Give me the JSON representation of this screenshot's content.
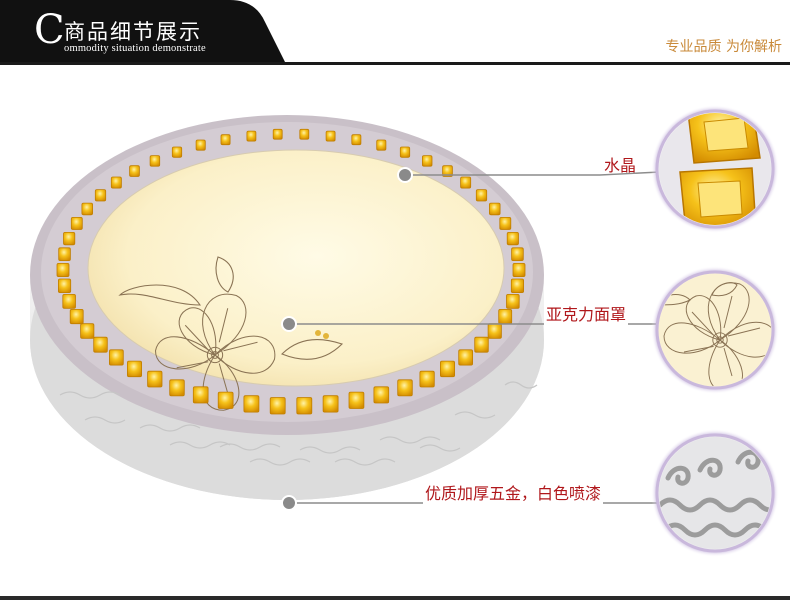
{
  "header": {
    "initial": "C",
    "title": "商品细节展示",
    "subtitle": "ommodity situation demonstrate",
    "tagline": "专业品质 为你解析"
  },
  "callouts": [
    {
      "label": "水晶"
    },
    {
      "label": "亚克力面罩"
    },
    {
      "label": "优质加厚五金，白色喷漆"
    }
  ],
  "colors": {
    "accent_text": "#b0171b",
    "tagline": "#c98a3a",
    "crystal": "#f2b10d",
    "frame": "#c8bfc7"
  }
}
